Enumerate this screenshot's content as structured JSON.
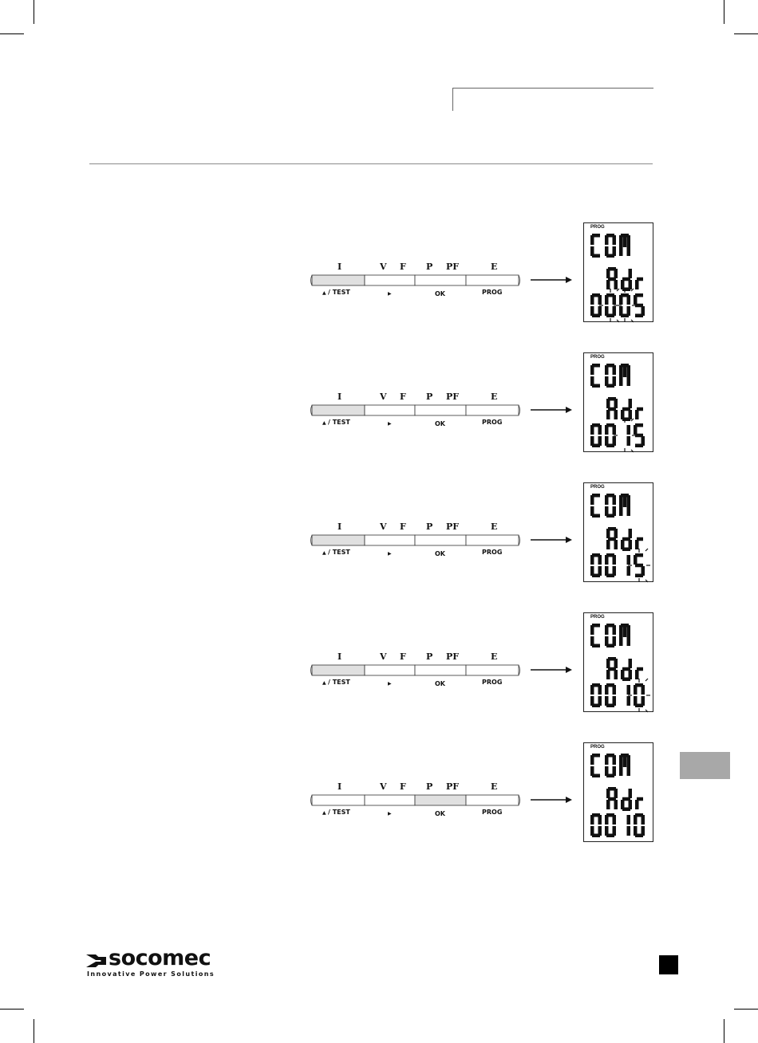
{
  "brand": {
    "name": "socomec",
    "tagline": "Innovative Power Solutions",
    "logo_icon": "socomec-logo-icon"
  },
  "keypad": {
    "top_labels": [
      "I",
      "V",
      "F",
      "P",
      "PF",
      "E"
    ],
    "bottom_labels": [
      "/ TEST",
      "",
      "OK",
      "PROG"
    ],
    "bottom_icons": [
      "triangle-up-icon",
      "triangle-right-icon"
    ],
    "highlight_color": "#e0e0e0"
  },
  "steps": [
    {
      "pressed_key": "I / TEST",
      "display": {
        "indicator": "PROG",
        "line1": "COM",
        "line2": "Adr",
        "line3": "0005",
        "blinking": "digits 2-3"
      }
    },
    {
      "pressed_key": "I / TEST",
      "display": {
        "indicator": "PROG",
        "line1": "COM",
        "line2": "Adr",
        "line3": "0015",
        "blinking": "digit 3"
      }
    },
    {
      "pressed_key": "I / TEST",
      "display": {
        "indicator": "PROG",
        "line1": "COM",
        "line2": "Adr",
        "line3": "0015",
        "blinking": "digit 4"
      }
    },
    {
      "pressed_key": "I / TEST",
      "display": {
        "indicator": "PROG",
        "line1": "COM",
        "line2": "Adr",
        "line3": "0010",
        "blinking": "digit 4"
      }
    },
    {
      "pressed_key": "P PF / OK",
      "display": {
        "indicator": "PROG",
        "line1": "COM",
        "line2": "Adr",
        "line3": "0010",
        "blinking": "none"
      }
    }
  ]
}
